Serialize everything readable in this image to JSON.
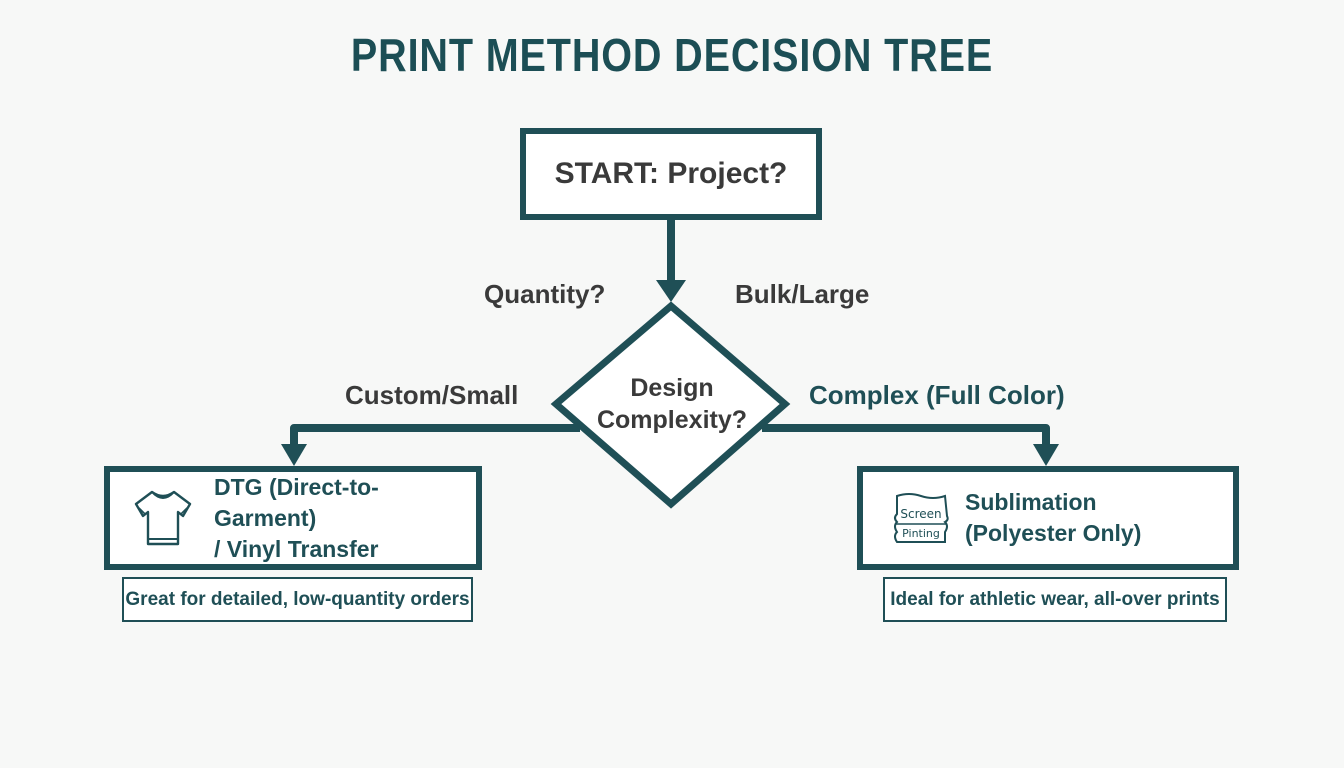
{
  "title": "PRINT METHOD DECISION TREE",
  "colors": {
    "primary": "#1f4f56",
    "title": "#1c4e55",
    "text_dark": "#3a3a3a",
    "background": "#f7f8f7",
    "box_fill": "#ffffff"
  },
  "nodes": {
    "start": {
      "label": "START: Project?"
    },
    "decision": {
      "line1": "Design",
      "line2": "Complexity?"
    },
    "left_result": {
      "icon": "t-shirt-icon",
      "line1": "DTG (Direct-to-Garment)",
      "line2": "/ Vinyl Transfer",
      "note": "Great for detailed, low-quantity orders"
    },
    "right_result": {
      "icon": "screen-printing-icon",
      "icon_text_1": "Screen",
      "icon_text_2": "Pinting",
      "line1": "Sublimation",
      "line2": "(Polyester Only)",
      "note": "Ideal for athletic wear, all-over prints"
    }
  },
  "edge_labels": {
    "quantity": "Quantity?",
    "bulk": "Bulk/Large",
    "custom_small": "Custom/Small",
    "complex": "Complex (Full Color)"
  }
}
